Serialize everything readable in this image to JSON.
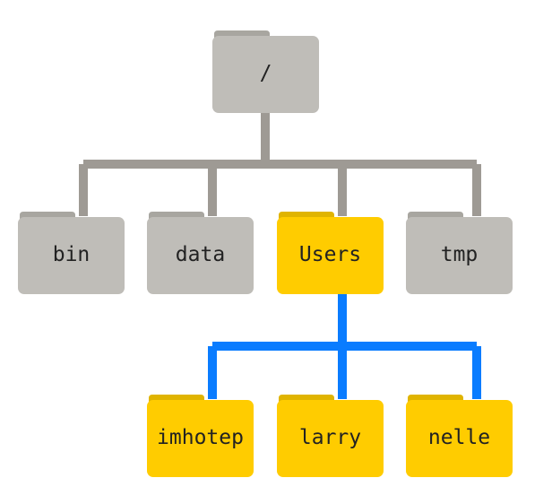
{
  "colors": {
    "gray_folder": "#bfbdb8",
    "gray_tab": "#a8a6a0",
    "yellow_folder": "#ffcc00",
    "yellow_tab": "#e0b400",
    "gray_line": "#9e9a94",
    "blue_line": "#0a7cff"
  },
  "tree": {
    "root": {
      "label": "/",
      "highlight": false
    },
    "level1": [
      {
        "label": "bin",
        "highlight": false
      },
      {
        "label": "data",
        "highlight": false
      },
      {
        "label": "Users",
        "highlight": true
      },
      {
        "label": "tmp",
        "highlight": false
      }
    ],
    "users_children": [
      {
        "label": "imhotep",
        "highlight": true
      },
      {
        "label": "larry",
        "highlight": true
      },
      {
        "label": "nelle",
        "highlight": true
      }
    ]
  }
}
